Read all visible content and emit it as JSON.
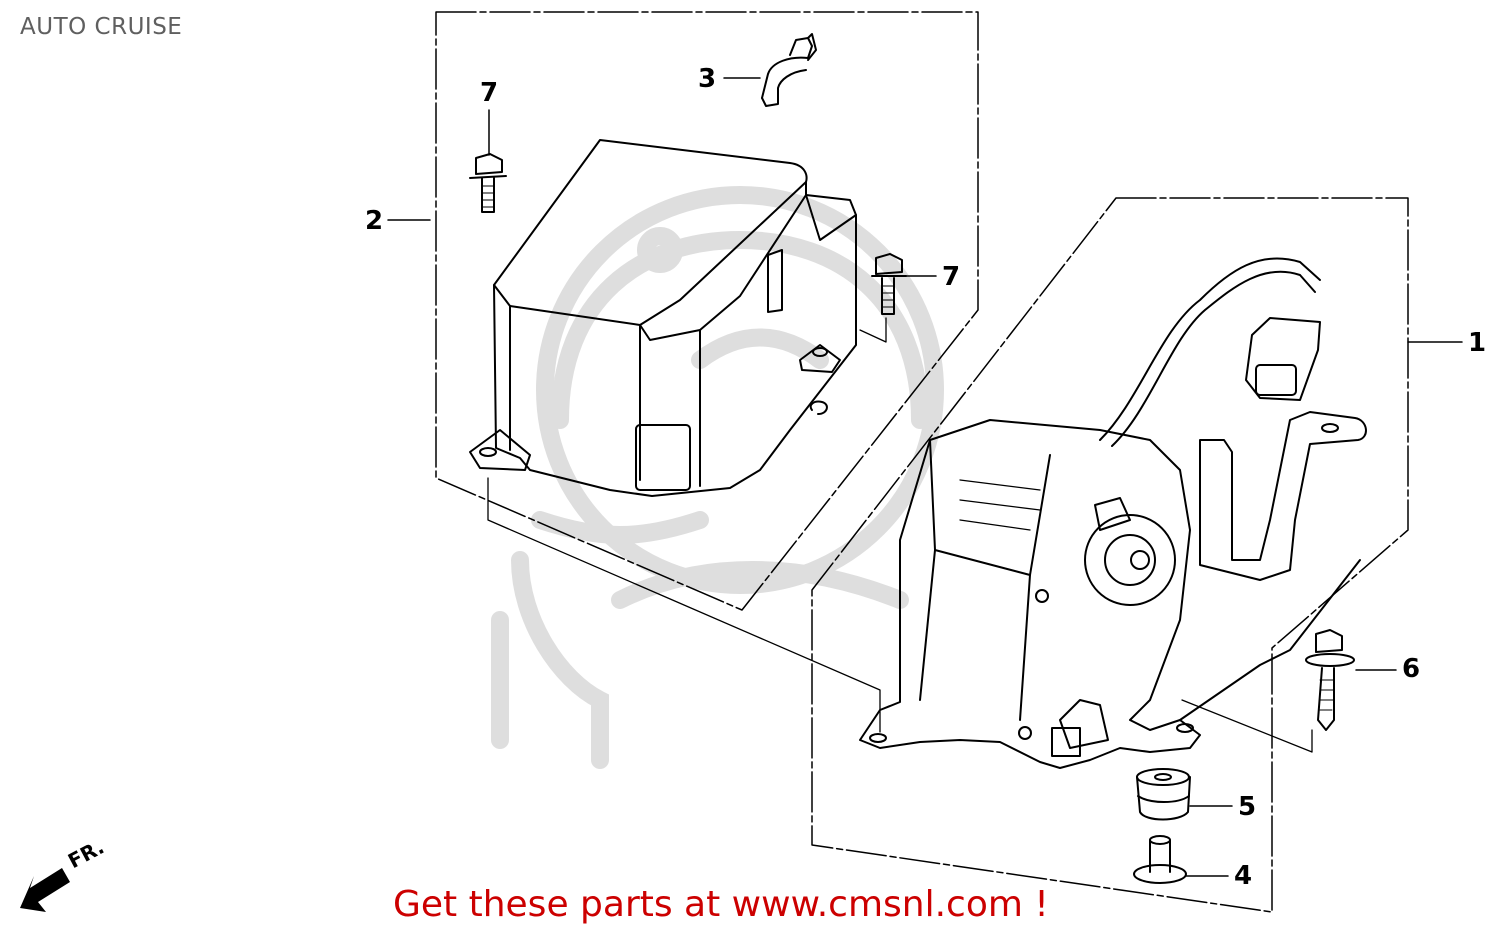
{
  "page": {
    "title": "AUTO CRUISE"
  },
  "diagram": {
    "type": "exploded-parts-diagram",
    "direction_indicator": {
      "label": "FR.",
      "icon": "front-arrow-icon"
    },
    "callouts": [
      {
        "number": "1",
        "part": "actuator-assembly"
      },
      {
        "number": "2",
        "part": "actuator-cover"
      },
      {
        "number": "3",
        "part": "bracket-clip"
      },
      {
        "number": "4",
        "part": "collar"
      },
      {
        "number": "5",
        "part": "rubber-mount"
      },
      {
        "number": "6",
        "part": "flange-bolt-with-washer"
      },
      {
        "number": "7",
        "part": "flange-bolt"
      },
      {
        "number": "7",
        "part": "flange-bolt"
      }
    ],
    "watermark": "cmsnl-logo"
  },
  "footer": {
    "cta_text": "Get these parts at www.cmsnl.com !",
    "cta_color": "#cc0000"
  },
  "colors": {
    "line": "#000000",
    "title": "#5f5f5f",
    "watermark": "#dcdcdc"
  }
}
